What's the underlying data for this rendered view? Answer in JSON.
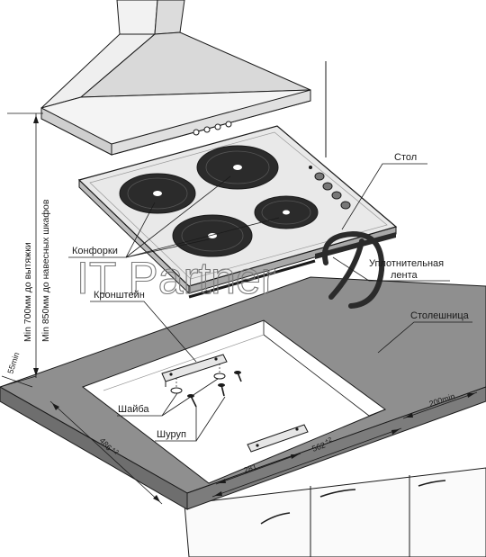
{
  "watermark": {
    "text": "IT Partner"
  },
  "labels": {
    "burners": "Конфорки",
    "table": "Стол",
    "seal_line1": "Уплотнительная",
    "seal_line2": "лента",
    "bracket": "Кронштейн",
    "countertop": "Столешница",
    "washer": "Шайба",
    "screw": "Шуруп"
  },
  "dimensions": {
    "hood_height_line1": "Min 700мм до вытяжки",
    "hood_height_line2": "Min 850мм до навесных шкафов",
    "depth_min": "55min",
    "side_min": "200min",
    "cutout_width": "486",
    "cutout_width_tol": "+2",
    "cutout_length": "562",
    "cutout_length_tol": "+2",
    "bracket_spacing": "281"
  },
  "colors": {
    "countertop": "#8f8f8f",
    "countertop_edge": "#6e6e6e",
    "cutout_inner": "#ffffff",
    "hob_surface": "#e9e9e9",
    "burner": "#2b2b2b",
    "outline": "#1a1a1a"
  }
}
